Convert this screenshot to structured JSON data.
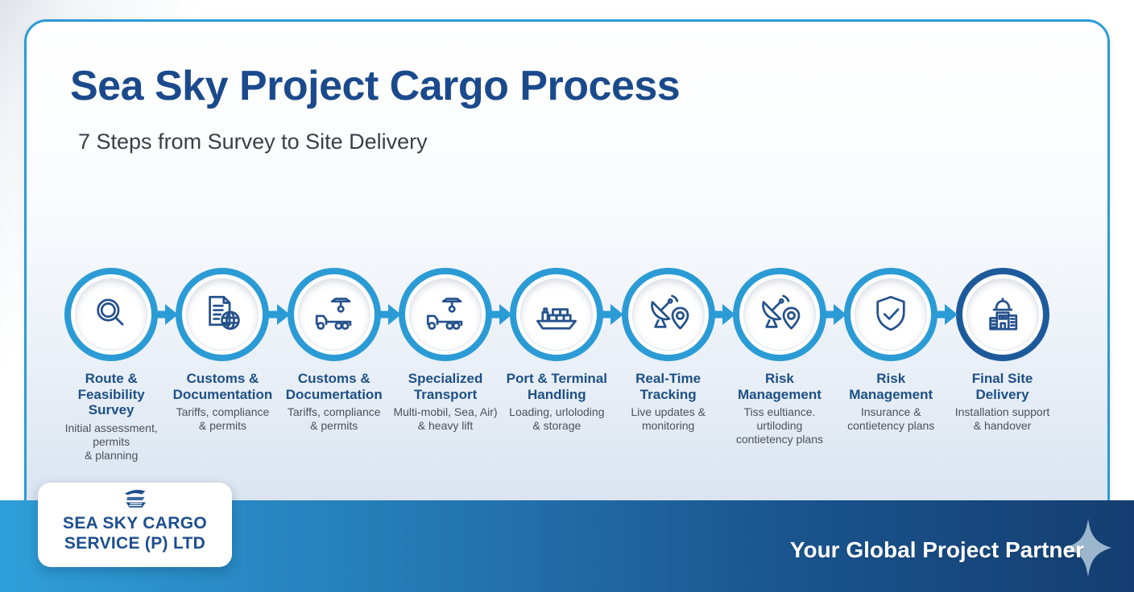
{
  "header": {
    "title": "Sea Sky Project Cargo Process",
    "subtitle": "7 Steps from Survey to Site Delivery"
  },
  "steps": [
    {
      "title": "Route &\nFeasibility Survey",
      "description": "Initial assessment, permits\n& planning",
      "icon": "magnifier-icon"
    },
    {
      "title": "Customs &\nDocumentation",
      "description": "Tariffs, compliance\n& permits",
      "icon": "document-globe-icon"
    },
    {
      "title": "Customs &\nDocumertation",
      "description": "Tariffs, compliance\n& permits",
      "icon": "crane-truck-icon"
    },
    {
      "title": "Specialized\nTransport",
      "description": "Multi-mobil, Sea, Air)\n& heavy lift",
      "icon": "crane-truck-icon"
    },
    {
      "title": "Port & Terminal\nHandling",
      "description": "Loading, urloloding\n& storage",
      "icon": "cargo-ship-icon"
    },
    {
      "title": "Real-Time\nTracking",
      "description": "Live updates & monitoring",
      "icon": "satellite-pin-icon"
    },
    {
      "title": "Risk Management",
      "description": "Tiss eultiance. urtiloding\ncontietency plans",
      "icon": "satellite-pin-icon"
    },
    {
      "title": "Risk Management",
      "description": "Insurance &\ncontietency plans",
      "icon": "shield-check-icon"
    },
    {
      "title": "Final Site Delivery",
      "description": "Installation support\n& handover",
      "icon": "building-hardhat-icon"
    }
  ],
  "footer": {
    "brand_name": "SEA SKY CARGO\nSERVICE (P) LTD",
    "tagline": "Your Global Project Partner"
  },
  "colors": {
    "accent_blue": "#2b9bd5",
    "final_ring_navy": "#1d5a9b",
    "title_navy": "#1b4a8c",
    "step_title_navy": "#1d5086",
    "description_gray": "#4b5158",
    "band_gradient_left": "#2f9fd8",
    "band_gradient_right": "#143e70",
    "brand_text_navy": "#1d4e8f",
    "sparkle_blue": "#a8c0d6"
  }
}
